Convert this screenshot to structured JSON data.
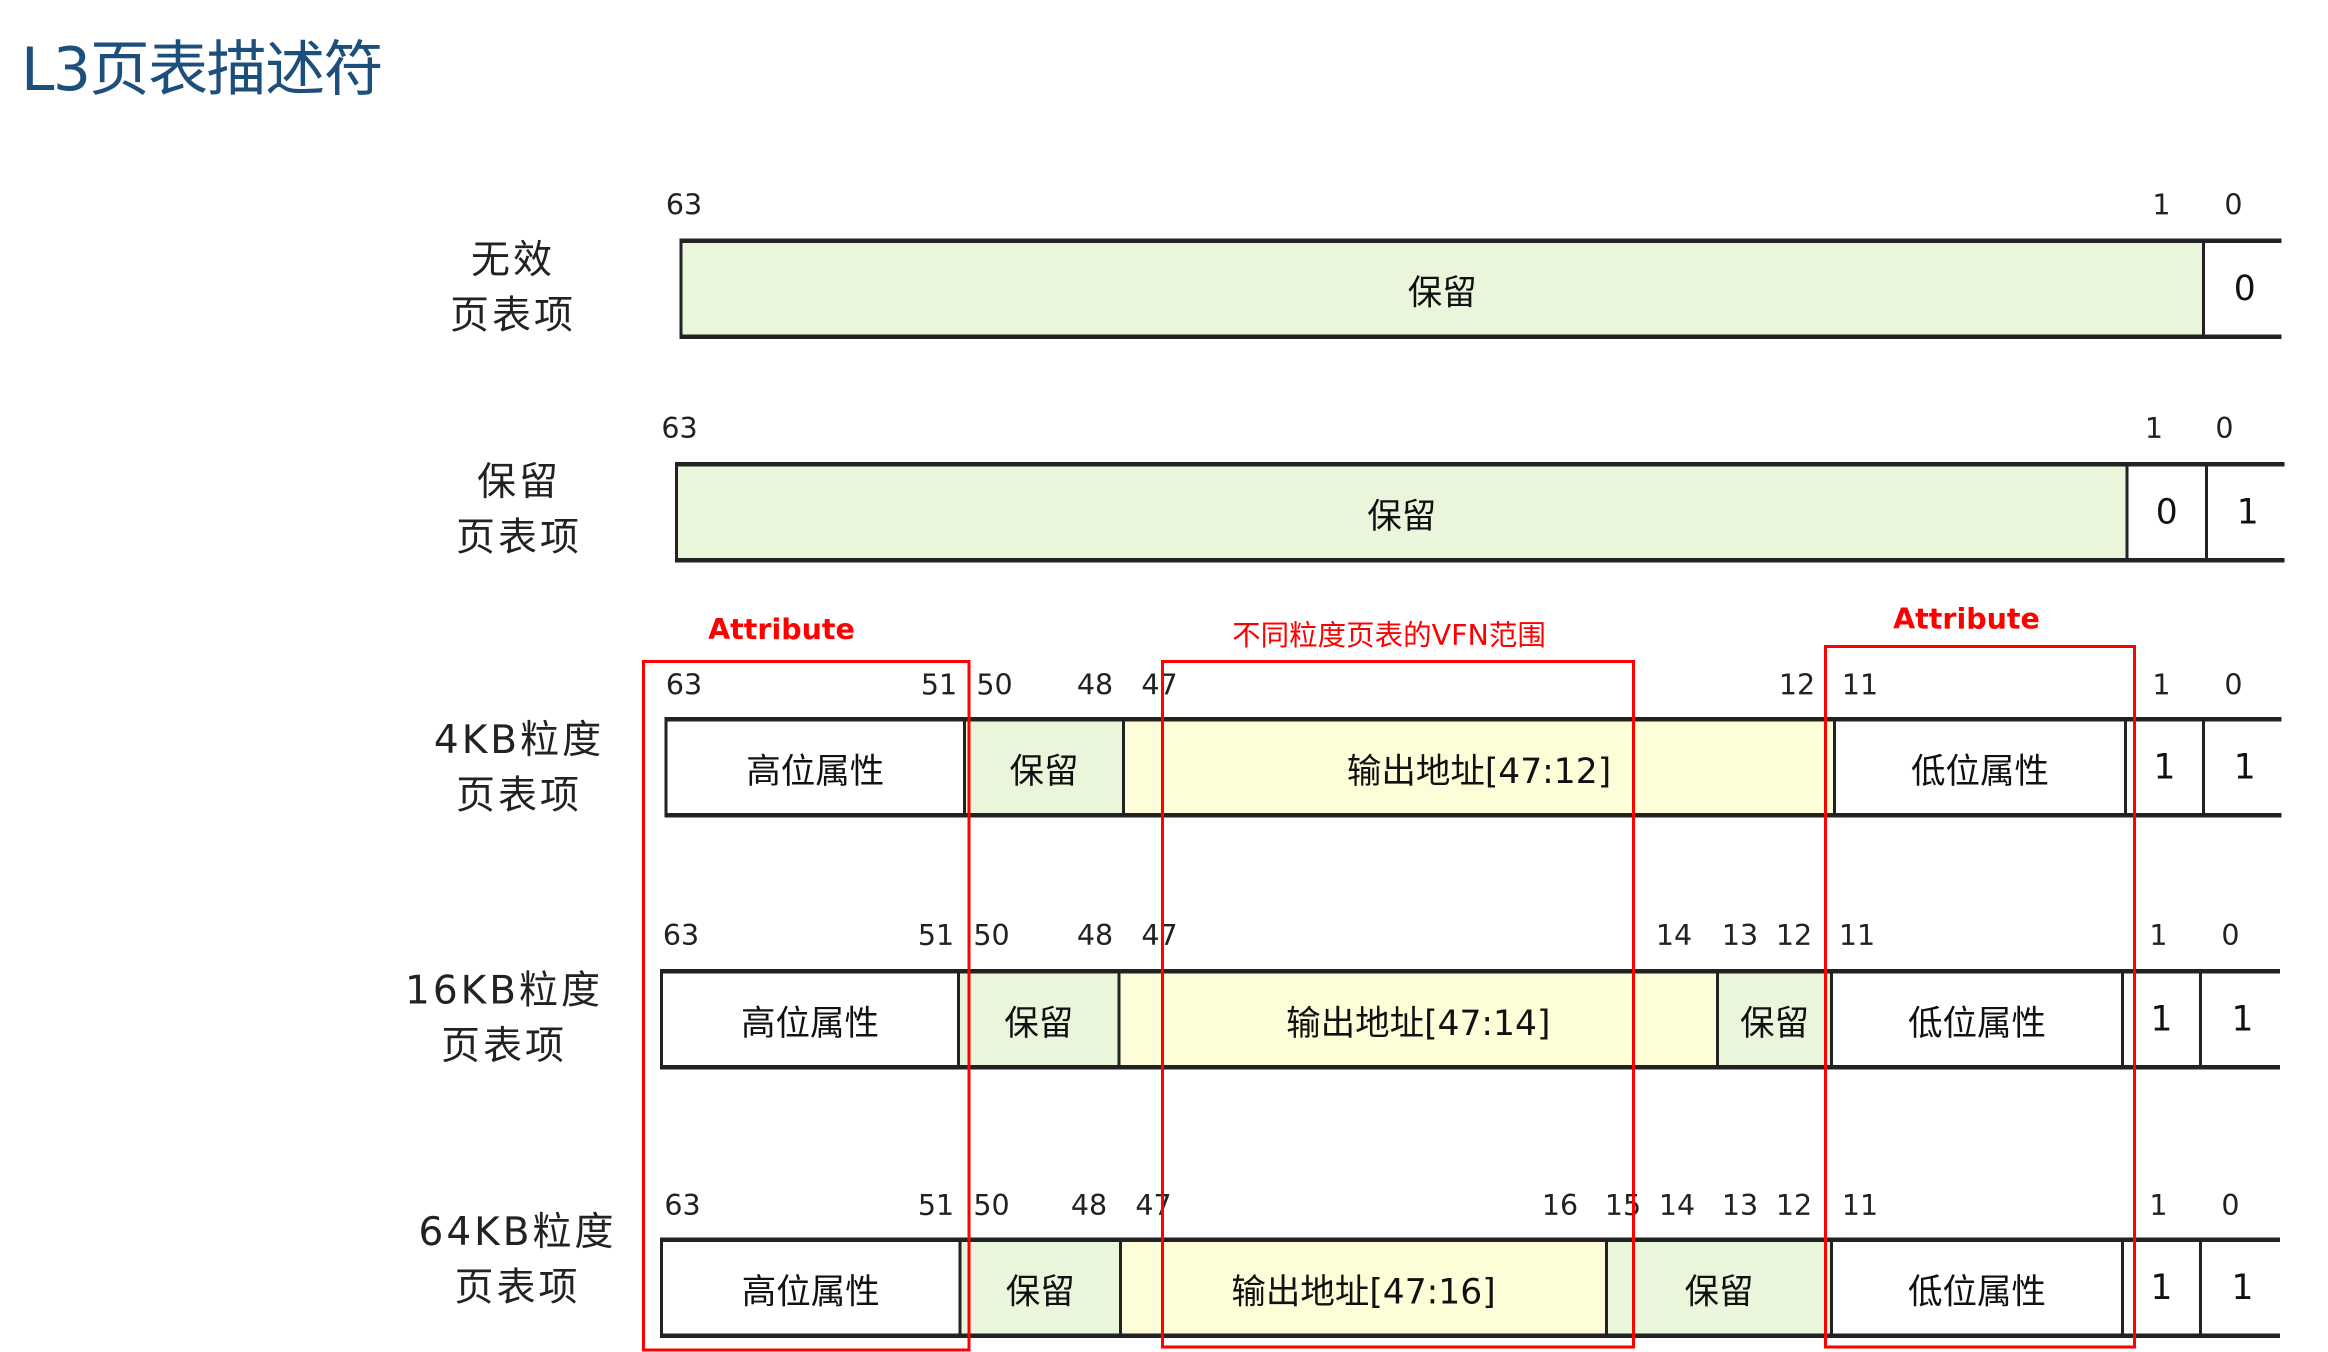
{
  "title": "L3页表描述符",
  "annotations": {
    "left_attr": "Attribute",
    "vfn": "不同粒度页表的VFN范围",
    "right_attr": "Attribute"
  },
  "colors": {
    "reserved": "#e9f6dc",
    "address": "#fdfdd8",
    "highlight": "#ff0000",
    "title": "#1d4f7c"
  },
  "rows": [
    {
      "label": [
        "无效",
        "页表项"
      ],
      "bits": [
        "63",
        "1",
        "0"
      ],
      "segments": [
        {
          "text": "保留",
          "fill": "green"
        },
        {
          "text": "0",
          "fill": "white"
        }
      ]
    },
    {
      "label": [
        "保留",
        "页表项"
      ],
      "bits": [
        "63",
        "1",
        "0"
      ],
      "segments": [
        {
          "text": "保留",
          "fill": "green"
        },
        {
          "text": "0",
          "fill": "white"
        },
        {
          "text": "1",
          "fill": "white"
        }
      ]
    },
    {
      "label": [
        "4KB粒度",
        "页表项"
      ],
      "bits": [
        "63",
        "51",
        "50",
        "48",
        "47",
        "12",
        "11",
        "1",
        "0"
      ],
      "segments": [
        {
          "text": "高位属性",
          "fill": "white"
        },
        {
          "text": "保留",
          "fill": "green"
        },
        {
          "text": "输出地址[47:12]",
          "fill": "yellow"
        },
        {
          "text": "低位属性",
          "fill": "white"
        },
        {
          "text": "1",
          "fill": "white"
        },
        {
          "text": "1",
          "fill": "white"
        }
      ]
    },
    {
      "label": [
        "16KB粒度",
        "页表项"
      ],
      "bits": [
        "63",
        "51",
        "50",
        "48",
        "47",
        "14",
        "13",
        "12",
        "11",
        "1",
        "0"
      ],
      "segments": [
        {
          "text": "高位属性",
          "fill": "white"
        },
        {
          "text": "保留",
          "fill": "green"
        },
        {
          "text": "输出地址[47:14]",
          "fill": "yellow"
        },
        {
          "text": "保留",
          "fill": "green"
        },
        {
          "text": "低位属性",
          "fill": "white"
        },
        {
          "text": "1",
          "fill": "white"
        },
        {
          "text": "1",
          "fill": "white"
        }
      ]
    },
    {
      "label": [
        "64KB粒度",
        "页表项"
      ],
      "bits": [
        "63",
        "51",
        "50",
        "48",
        "47",
        "16",
        "15",
        "14",
        "13",
        "12",
        "11",
        "1",
        "0"
      ],
      "segments": [
        {
          "text": "高位属性",
          "fill": "white"
        },
        {
          "text": "保留",
          "fill": "green"
        },
        {
          "text": "输出地址[47:16]",
          "fill": "yellow"
        },
        {
          "text": "保留",
          "fill": "green"
        },
        {
          "text": "低位属性",
          "fill": "white"
        },
        {
          "text": "1",
          "fill": "white"
        },
        {
          "text": "1",
          "fill": "white"
        }
      ]
    }
  ]
}
